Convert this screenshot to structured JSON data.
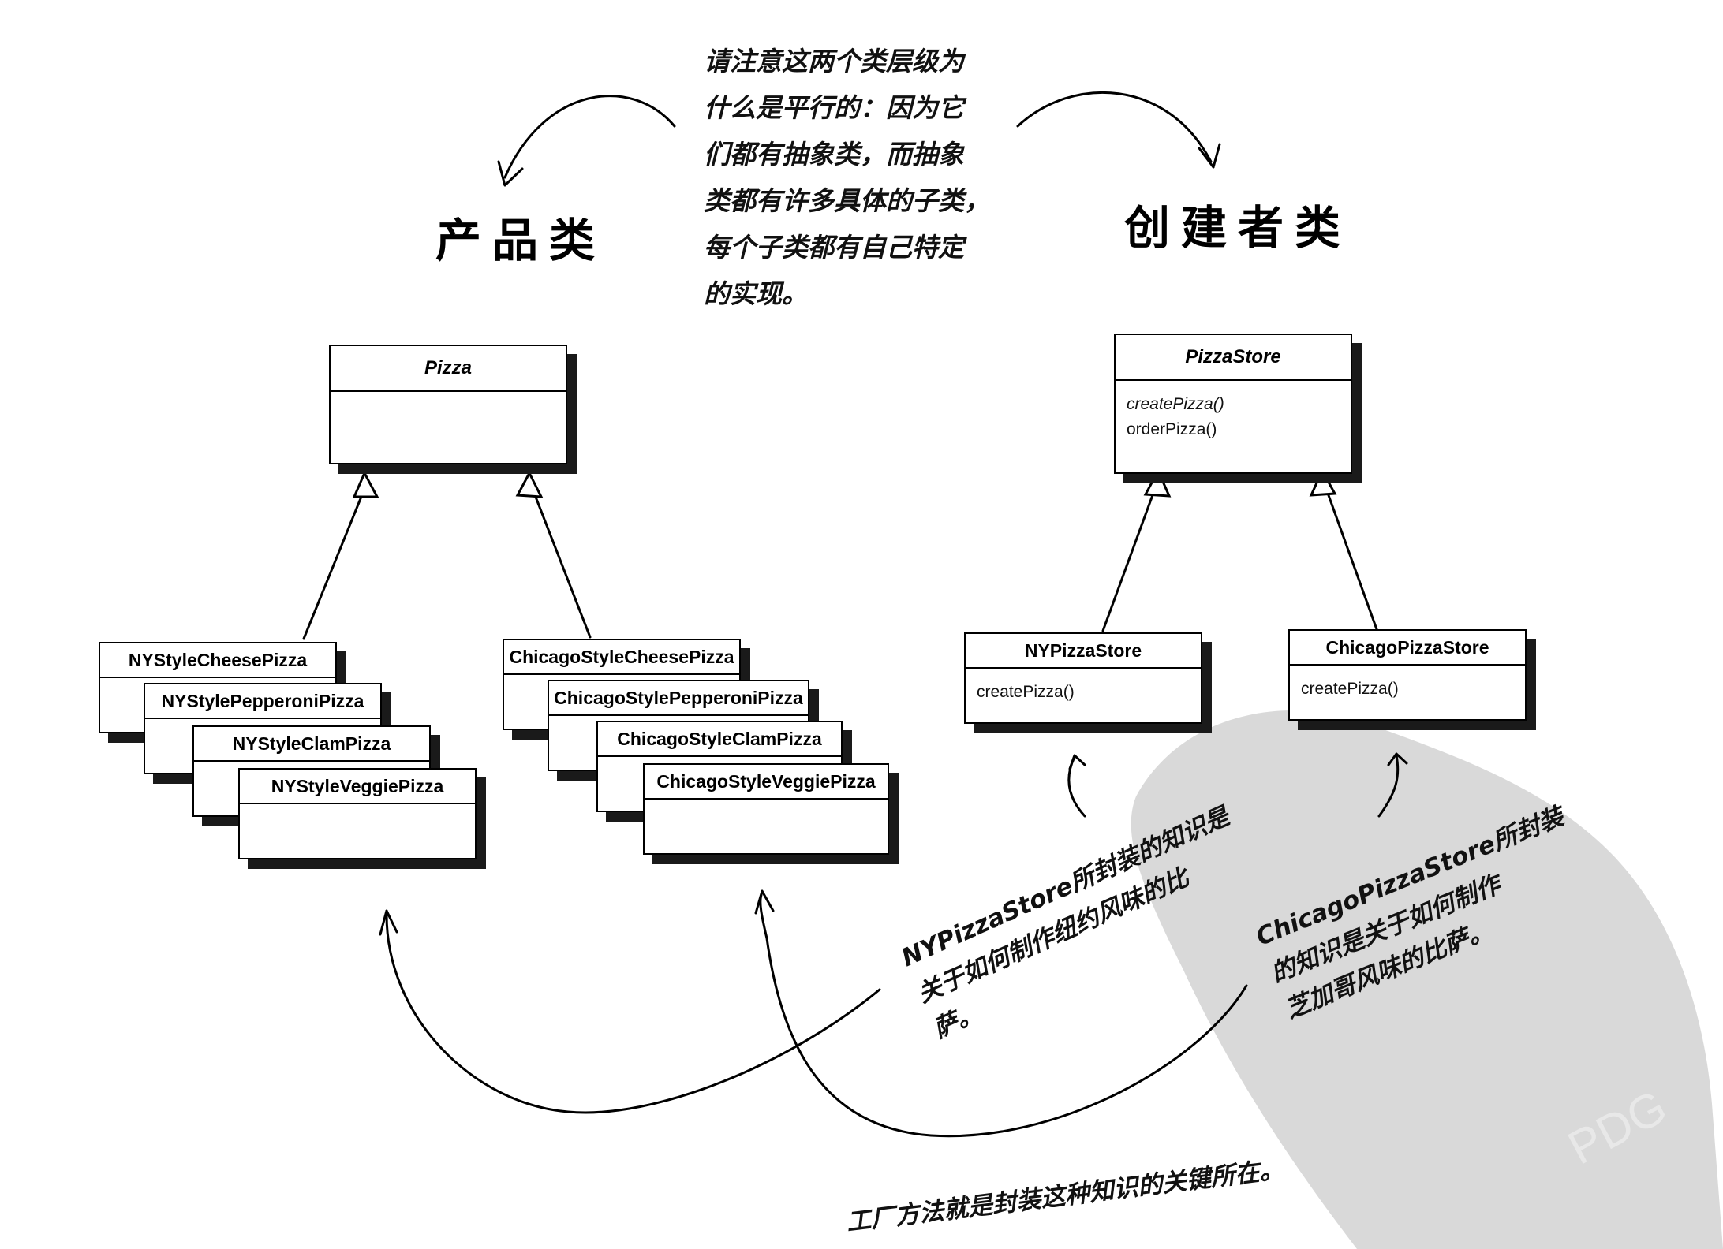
{
  "top_note": {
    "lines": [
      "请注意这两个类层级为",
      "什么是平行的：因为它",
      "们都有抽象类，而抽象",
      "类都有许多具体的子类，",
      "每个子类都有自己特定",
      "的实现。"
    ]
  },
  "headings": {
    "product": "产品类",
    "creator": "创建者类"
  },
  "product_hierarchy": {
    "abstract_class": "Pizza",
    "ny_subclasses": [
      "NYStyleCheesePizza",
      "NYStylePepperoniPizza",
      "NYStyleClamPizza",
      "NYStyleVeggiePizza"
    ],
    "chicago_subclasses": [
      "ChicagoStyleCheesePizza",
      "ChicagoStylePepperoniPizza",
      "ChicagoStyleClamPizza",
      "ChicagoStyleVeggiePizza"
    ]
  },
  "creator_hierarchy": {
    "abstract_class": "PizzaStore",
    "abstract_methods": [
      "createPizza()",
      "orderPizza()"
    ],
    "ny_store": {
      "name": "NYPizzaStore",
      "method": "createPizza()"
    },
    "chicago_store": {
      "name": "ChicagoPizzaStore",
      "method": "createPizza()"
    }
  },
  "annotations": {
    "ny_store_note": [
      "NYPizzaStore所封装的知识是",
      "关于如何制作纽约风味的比",
      "萨。"
    ],
    "chicago_store_note": [
      "ChicagoPizzaStore所封装",
      "的知识是关于如何制作",
      "芝加哥风味的比萨。"
    ],
    "bottom_note": "工厂方法就是封装这种知识的关键所在。"
  },
  "watermark": {
    "text": "PDG",
    "color": "#d9d9d9"
  }
}
